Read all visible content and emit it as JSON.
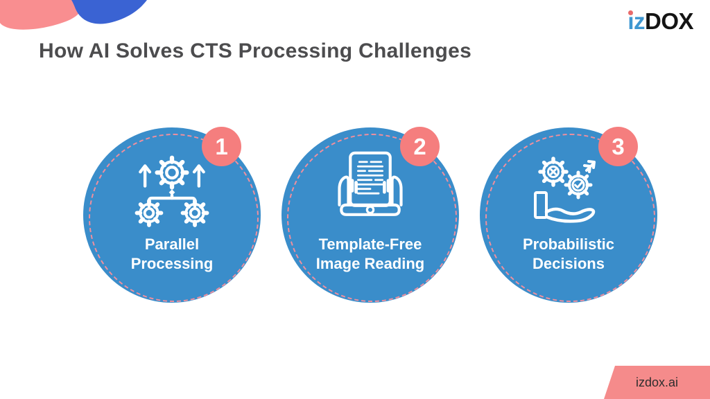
{
  "brand": {
    "logo_iz": "iz",
    "logo_dox": "DOX",
    "iz_color": "#3e97d1",
    "i_dot_color": "#e96a6a",
    "dox_color": "#141414"
  },
  "header": {
    "title": "How AI Solves CTS Processing Challenges",
    "title_color": "#4c4c4e"
  },
  "steps": [
    {
      "number": "1",
      "label": "Parallel\nProcessing",
      "icon": "parallel-processing-icon"
    },
    {
      "number": "2",
      "label": "Template-Free\nImage Reading",
      "icon": "template-free-image-reading-icon"
    },
    {
      "number": "3",
      "label": "Probabilistic\nDecisions",
      "icon": "probabilistic-decisions-icon"
    }
  ],
  "footer": {
    "url": "izdox.ai",
    "bg_color": "#f58b8b",
    "text_color": "#2e2e2e"
  },
  "colors": {
    "step_circle_blue": "#3a8dca",
    "badge_pink": "#f57e7e",
    "dashed_ring_pink": "#ef8f9e",
    "decor_pink": "#f98e90",
    "decor_blue": "#3a63d3",
    "background": "#ffffff"
  }
}
